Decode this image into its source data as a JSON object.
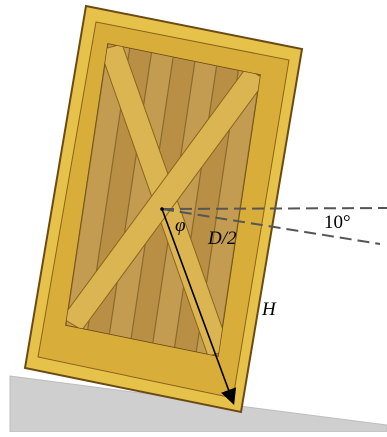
{
  "diagram": {
    "labels": {
      "angle_phi": "φ",
      "half_depth": "D/2",
      "tilt_angle": "10°",
      "height": "H"
    },
    "colors": {
      "ground": "#cfcfcf",
      "crate_outer": "#e6c24a",
      "crate_outer_shade": "#c79a2a",
      "crate_inner": "#b08a3e",
      "crate_planks": "#c7a35a",
      "crate_braces": "#dcb553",
      "outline": "#6b4a14",
      "arrow": "#000000",
      "dashed": "#555555"
    }
  }
}
